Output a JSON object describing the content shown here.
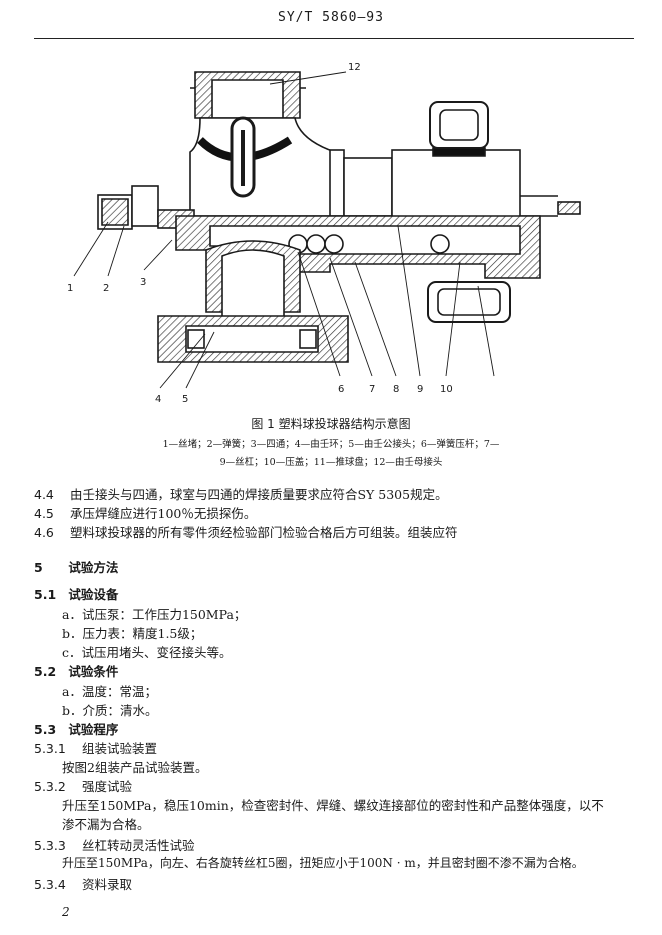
{
  "header": {
    "title": "SY/T 5860—93"
  },
  "figure": {
    "callouts": [
      "1",
      "2",
      "3",
      "4",
      "5",
      "6",
      "7",
      "8",
      "9",
      "10",
      "12"
    ],
    "caption": "图 1   塑料球投球器结构示意图",
    "legend_line1": "1—丝堵；2—弹簧；3—四通；4—由壬环；5—由壬公接头；6—弹簧压杆；7—",
    "legend_line2": "9—丝杠；10—压盖；11—推球盘；12—由壬母接头"
  },
  "section4": {
    "items": [
      {
        "num": "4.4",
        "text": "由壬接头与四通，球室与四通的焊接质量要求应符合SY 5305规定。"
      },
      {
        "num": "4.5",
        "text": "承压焊缝应进行100％无损探伤。"
      },
      {
        "num": "4.6",
        "text": "塑料球投球器的所有零件须经检验部门检验合格后方可组装。组装应符"
      }
    ]
  },
  "section5": {
    "num": "5",
    "title": "试验方法",
    "s51": {
      "num": "5.1",
      "title": "试验设备",
      "items": [
        "a．试压泵：工作压力150MPa；",
        "b．压力表：精度1.5级；",
        "c．试压用堵头、变径接头等。"
      ]
    },
    "s52": {
      "num": "5.2",
      "title": "试验条件",
      "items": [
        "a．温度：常温；",
        "b．介质：清水。"
      ]
    },
    "s53": {
      "num": "5.3",
      "title": "试验程序",
      "s531": {
        "num": "5.3.1",
        "title": "组装试验装置",
        "text": "按图2组装产品试验装置。"
      },
      "s532": {
        "num": "5.3.2",
        "title": "强度试验",
        "text1": "升压至150MPa，稳压10min，检查密封件、焊缝、螺纹连接部位的密封性和产品整体强度，以不",
        "text2": "渗不漏为合格。"
      },
      "s533": {
        "num": "5.3.3",
        "title": "丝杠转动灵活性试验",
        "text": "升压至150MPa，向左、右各旋转丝杠5圈，扭矩应小于100N · m，并且密封圈不渗不漏为合格。"
      },
      "s534": {
        "num": "5.3.4",
        "title": "资料录取"
      }
    }
  },
  "footer": {
    "page_number": "2"
  }
}
